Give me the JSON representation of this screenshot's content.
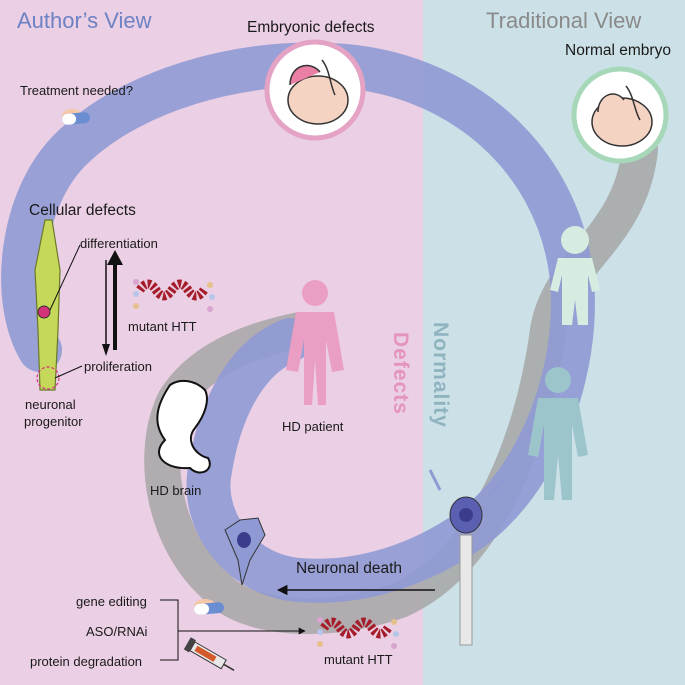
{
  "panels": {
    "left_title": "Author’s View",
    "right_title": "Traditional View"
  },
  "side_labels": {
    "defects": "Defects",
    "normality": "Normality"
  },
  "labels": {
    "embryonic_defects": "Embryonic defects",
    "normal_embryo": "Normal embryo",
    "treatment_needed": "Treatment needed?",
    "cellular_defects": "Cellular defects",
    "differentiation": "differentiation",
    "proliferation": "proliferation",
    "neuronal_progenitor_line1": "neuronal",
    "neuronal_progenitor_line2": "progenitor",
    "mutant_htt_top": "mutant HTT",
    "mutant_htt_bottom": "mutant HTT",
    "hd_patient": "HD patient",
    "hd_brain": "HD brain",
    "neuronal_death": "Neuronal death"
  },
  "treatments": [
    "gene editing",
    "ASO/RNAi",
    "protein degradation"
  ],
  "colors": {
    "left_bg": "#ebcfe4",
    "right_bg": "#cce1e7",
    "author_title": "#6d82c4",
    "traditional_title": "#8a8a8a",
    "defects_text": "#e495bd",
    "normality_text": "#8fb3bf",
    "arc_blue": "#8f9ad4",
    "arc_gray": "#a3a3a3",
    "htt_red": "#a51d2a"
  },
  "icons": [
    "capsule-icon",
    "syringe-icon",
    "embryo-icon",
    "neuron-icon",
    "neuronal-progenitor-icon",
    "hd-brain-icon",
    "human-figure-icon",
    "child-figure-icon",
    "htt-beads-icon"
  ]
}
